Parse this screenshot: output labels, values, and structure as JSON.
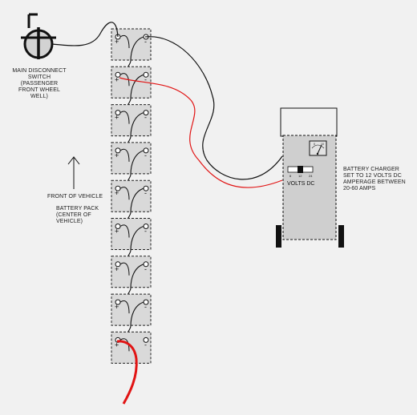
{
  "labels": {
    "disconnect_switch": "MAIN DISCONNECT\nSWITCH\n(PASSENGER\nFRONT WHEEL\nWELL)",
    "front_of_vehicle": "FRONT OF VEHICLE",
    "battery_pack": "BATTERY PACK\n(CENTER OF\nVEHICLE)",
    "charger_note": "BATTERY CHARGER\nSET TO 12 VOLTS DC\nAMPERAGE BETWEEN\n20-60 AMPS",
    "volts_dc": "VOLTS DC"
  },
  "charger": {
    "meter_scale": [
      "6",
      "12",
      "24"
    ],
    "gauge_marks": [
      "0",
      "10"
    ]
  },
  "battery": {
    "count": 9,
    "positive_symbol": "+",
    "negative_symbol": "-"
  },
  "colors": {
    "background": "#f1f1f1",
    "battery_fill": "#d9d9d9",
    "charger_fill": "#cfcfcf",
    "cable_black": "#111111",
    "cable_red": "#e11414"
  }
}
